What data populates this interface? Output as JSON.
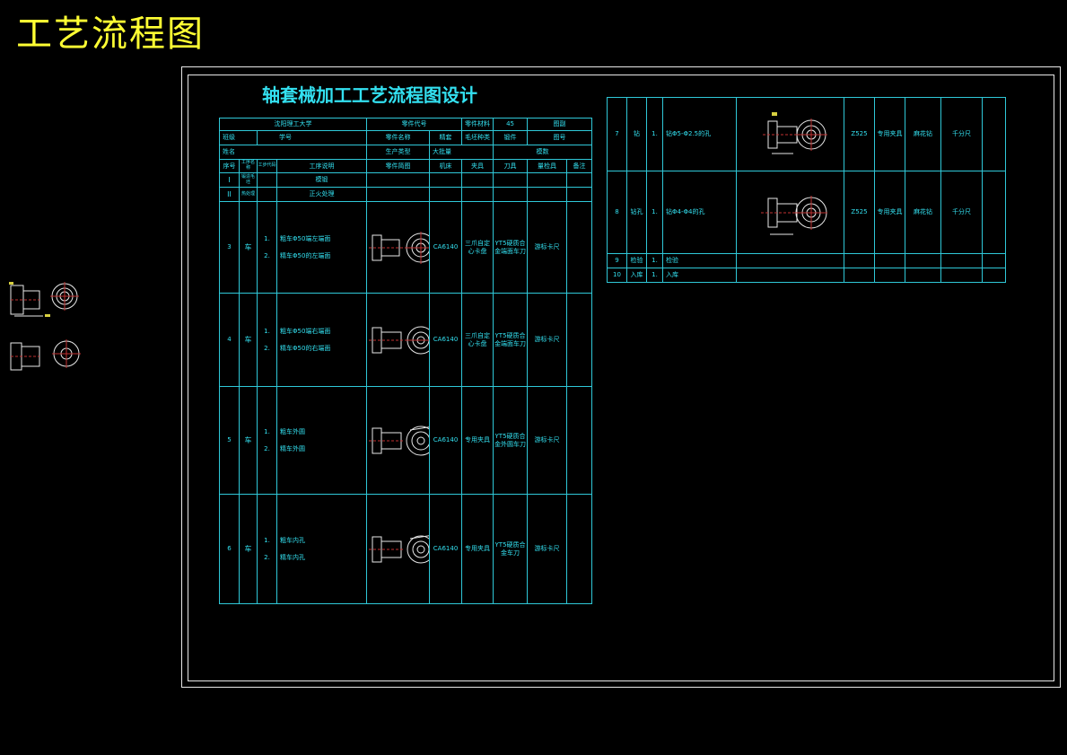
{
  "page": {
    "title": "工艺流程图"
  },
  "sheet": {
    "title": "轴套械加工工艺流程图设计"
  },
  "header": {
    "row1": {
      "c1": "沈阳理工大学",
      "c2": "零件代号",
      "c3": "零件材料",
      "c4": "45",
      "c5": "图副"
    },
    "row2": {
      "c1": "班级",
      "c2": "学号",
      "c3": "零件名称",
      "c4": "精套",
      "c5": "毛坯种类",
      "c6": "锻件",
      "c7": "图号"
    },
    "row3": {
      "c1": "姓名",
      "c2": "生产类型",
      "c3": "大批量",
      "c4": "模数"
    }
  },
  "columns": [
    "序号",
    "工序名称",
    "工步代码",
    "工序说明",
    "零件简图",
    "机床",
    "夹具",
    "刀具",
    "量检具",
    "备注"
  ],
  "rows_left": [
    {
      "no": "I",
      "name": "锻造毛坯",
      "desc": "模锻"
    },
    {
      "no": "II",
      "name": "热处理",
      "desc": "正火处理"
    },
    {
      "no": "3",
      "name": "车",
      "s1": "1.",
      "d1": "粗车Φ50端左端面",
      "s2": "2.",
      "d2": "精车Φ50的左端面",
      "machine": "CA6140",
      "fixture": "三爪自定心卡盘",
      "tool": "YT5硬质合金端面车刀",
      "gauge": "游标卡尺"
    },
    {
      "no": "4",
      "name": "车",
      "s1": "1.",
      "d1": "粗车Φ50端右端面",
      "s2": "2.",
      "d2": "精车Φ50的右端面",
      "machine": "CA6140",
      "fixture": "三爪自定心卡盘",
      "tool": "YT5硬质合金端面车刀",
      "gauge": "游标卡尺"
    },
    {
      "no": "5",
      "name": "车",
      "s1": "1.",
      "d1": "粗车外圆",
      "s2": "2.",
      "d2": "精车外圆",
      "machine": "CA6140",
      "fixture": "专用夹具",
      "tool": "YT5硬质合金外圆车刀",
      "gauge": "游标卡尺"
    },
    {
      "no": "6",
      "name": "车",
      "s1": "1.",
      "d1": "粗车内孔",
      "s2": "2.",
      "d2": "精车内孔",
      "machine": "CA6140",
      "fixture": "专用夹具",
      "tool": "YT5硬质合金车刀",
      "gauge": "游标卡尺"
    }
  ],
  "rows_right": [
    {
      "no": "7",
      "name": "钻",
      "s1": "1.",
      "d1": "钻Φ5-Φ2.5的孔",
      "machine": "Z525",
      "fixture": "专用夹具",
      "tool": "麻花钻",
      "gauge": "千分尺"
    },
    {
      "no": "8",
      "name": "钻孔",
      "s1": "1.",
      "d1": "钻Φ4-Φ4的孔",
      "machine": "Z525",
      "fixture": "专用夹具",
      "tool": "麻花钻",
      "gauge": "千分尺"
    },
    {
      "no": "9",
      "name": "检验",
      "s1": "1.",
      "d1": "检验"
    },
    {
      "no": "10",
      "name": "入库",
      "s1": "1.",
      "d1": "入库"
    }
  ],
  "colors": {
    "background": "#000000",
    "title": "#ffff33",
    "lines": "#2fc8d8",
    "frame": "#e8e8e8"
  }
}
